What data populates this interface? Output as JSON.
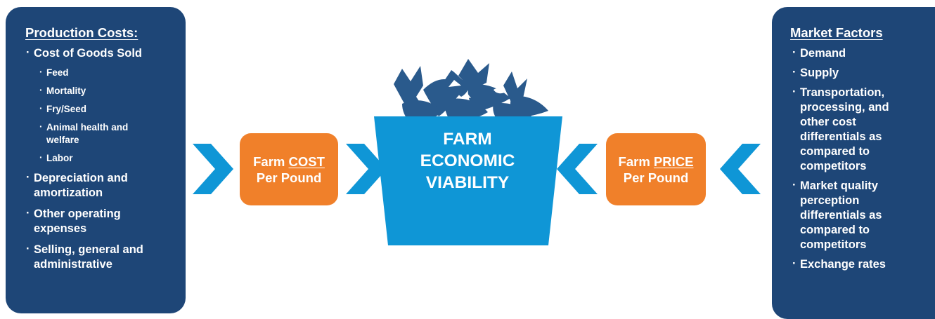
{
  "left_panel": {
    "title": "Production Costs:",
    "items": [
      {
        "label": "Cost of Goods Sold",
        "sub": [
          "Feed",
          "Mortality",
          "Fry/Seed",
          "Animal health and welfare",
          "Labor"
        ]
      },
      {
        "label": "Depreciation and amortization"
      },
      {
        "label": "Other operating expenses"
      },
      {
        "label": "Selling, general and administrative"
      }
    ]
  },
  "right_panel": {
    "title": "Market Factors",
    "items": [
      "Demand",
      "Supply",
      "Transportation, processing, and other cost differentials as compared to competitors",
      "Market quality perception differentials as compared to competitors",
      "Exchange rates"
    ]
  },
  "cost_box": {
    "line1_prefix": "Farm ",
    "line1_emph": "COST",
    "line2": "Per Pound"
  },
  "price_box": {
    "line1_prefix": "Farm ",
    "line1_emph": "PRICE",
    "line2": "Per Pound"
  },
  "center": {
    "lines": [
      "FARM",
      "ECONOMIC",
      "VIABILITY"
    ]
  },
  "colors": {
    "navy": "#1e4677",
    "blue": "#0f96d6",
    "orange": "#f0802a",
    "fish": "#2a5a8c"
  }
}
